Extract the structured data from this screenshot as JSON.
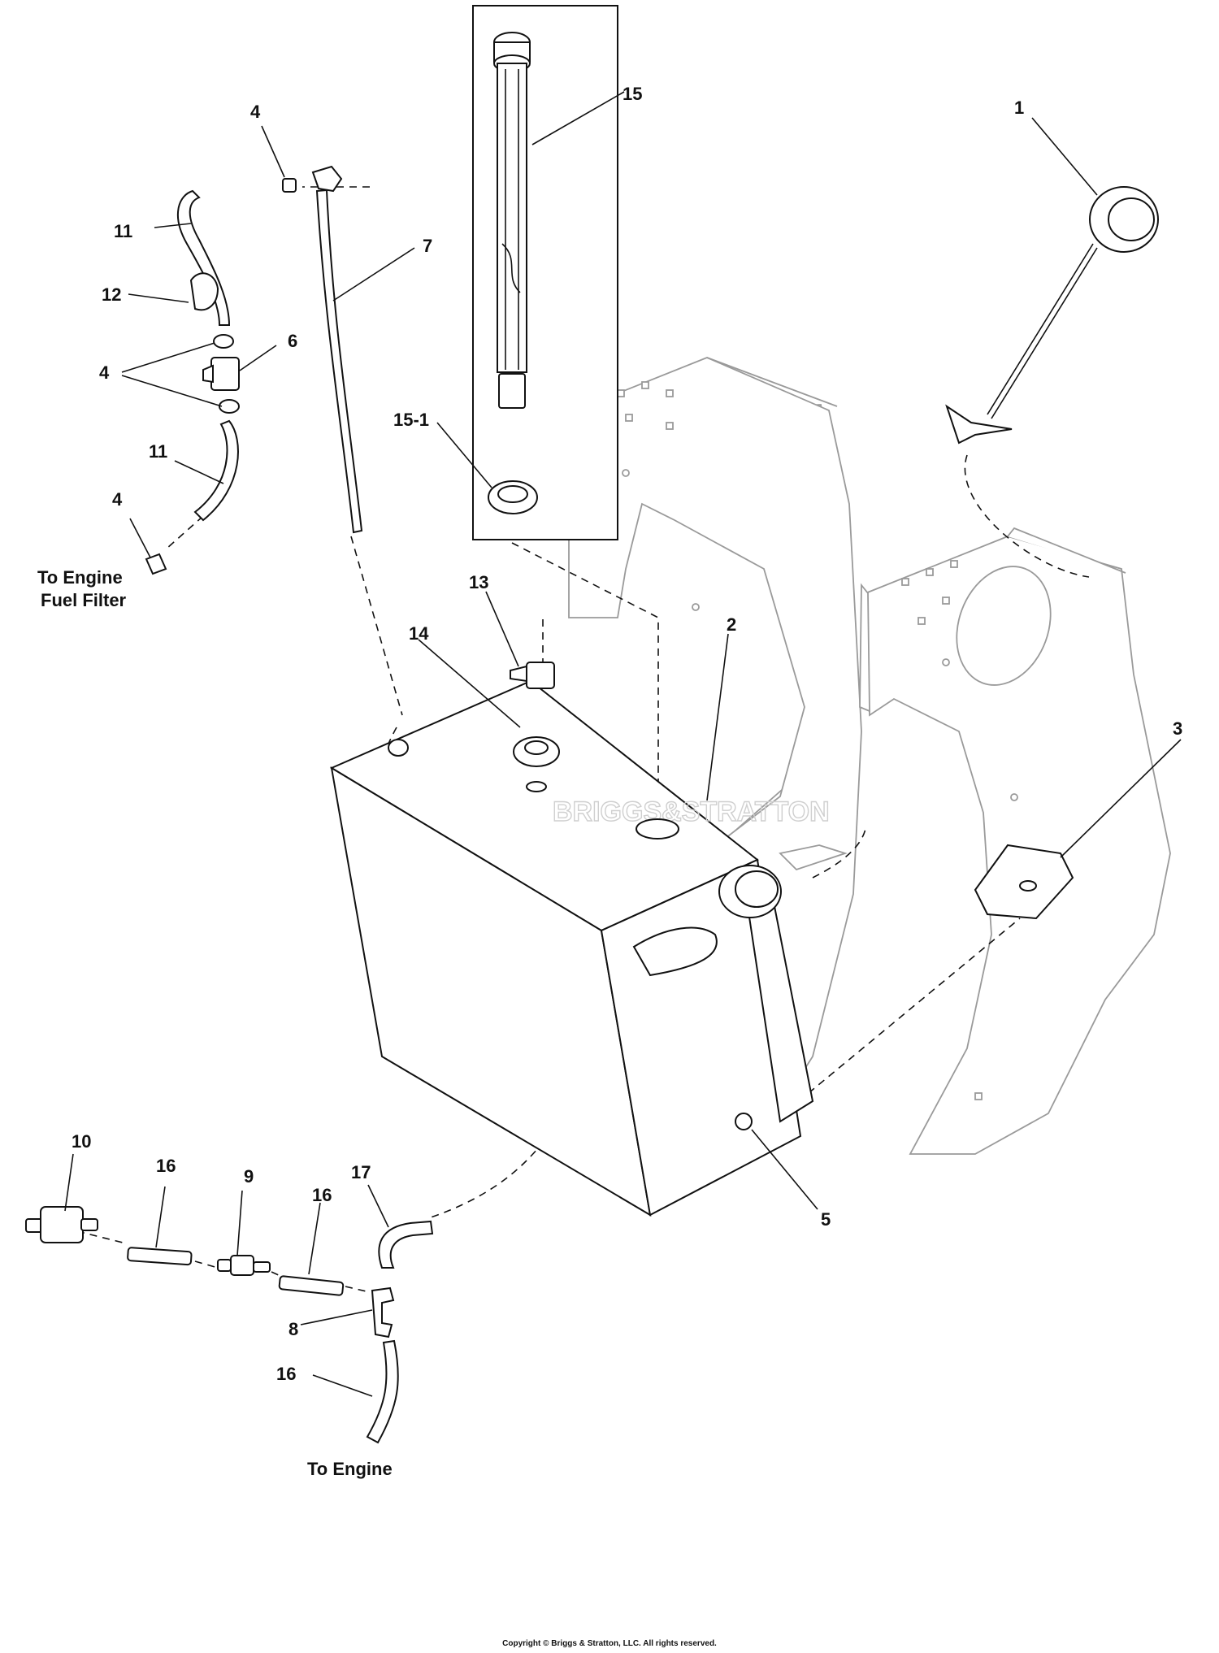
{
  "callouts": {
    "c1": "1",
    "c2": "2",
    "c3": "3",
    "c4a": "4",
    "c4b": "4",
    "c4c": "4",
    "c5": "5",
    "c6": "6",
    "c7": "7",
    "c8": "8",
    "c9": "9",
    "c10": "10",
    "c11a": "11",
    "c11b": "11",
    "c12": "12",
    "c13": "13",
    "c14": "14",
    "c15": "15",
    "c15_1": "15-1",
    "c16a": "16",
    "c16b": "16",
    "c16c": "16",
    "c17": "17"
  },
  "notes": {
    "fuel_filter_line1": "To Engine",
    "fuel_filter_line2": "Fuel Filter",
    "to_engine": "To Engine"
  },
  "watermark": "BRIGGS&STRATTON",
  "copyright": "Copyright © Briggs & Stratton, LLC. All rights reserved."
}
